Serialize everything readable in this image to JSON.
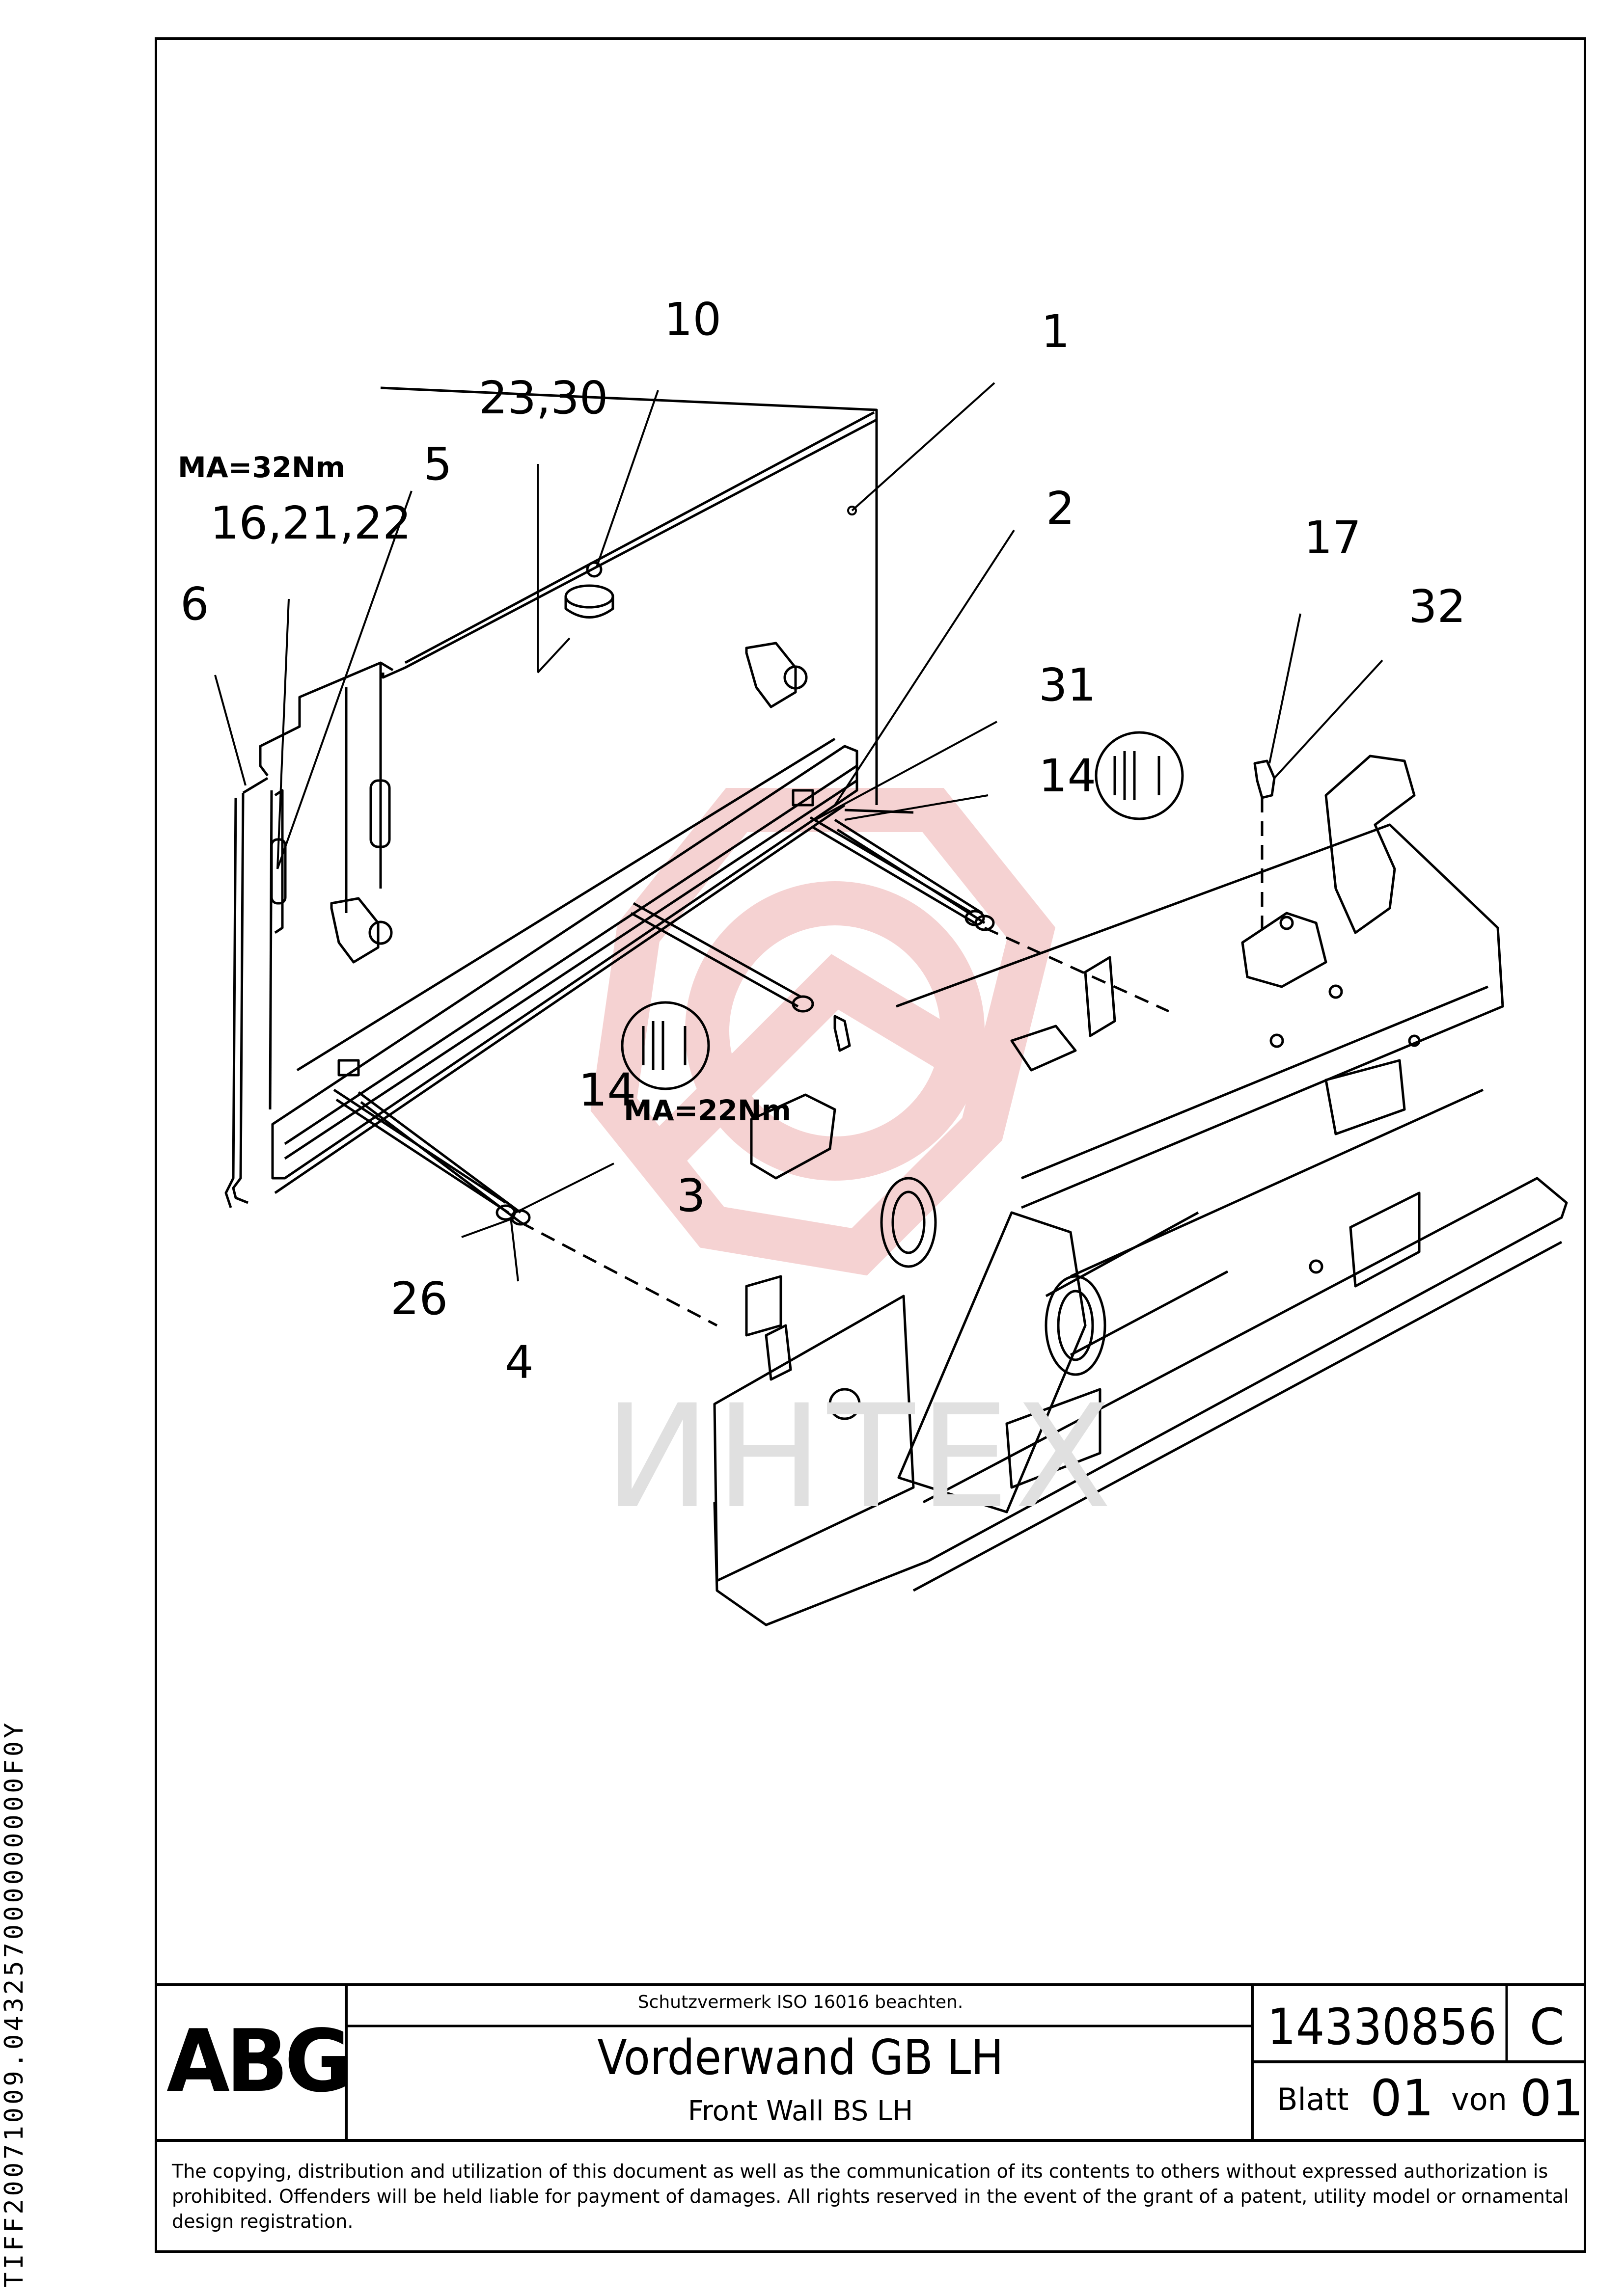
{
  "callouts": [
    {
      "id": "c10",
      "text": "10"
    },
    {
      "id": "c1",
      "text": "1"
    },
    {
      "id": "c2330",
      "text": "23,30"
    },
    {
      "id": "c5",
      "text": "5"
    },
    {
      "id": "c162122",
      "text": "16,21,22"
    },
    {
      "id": "c6",
      "text": "6"
    },
    {
      "id": "c2",
      "text": "2"
    },
    {
      "id": "c17",
      "text": "17"
    },
    {
      "id": "c32",
      "text": "32"
    },
    {
      "id": "c31",
      "text": "31"
    },
    {
      "id": "c14a",
      "text": "14"
    },
    {
      "id": "c14b",
      "text": "14"
    },
    {
      "id": "c3",
      "text": "3"
    },
    {
      "id": "c26",
      "text": "26"
    },
    {
      "id": "c4",
      "text": "4"
    }
  ],
  "torque": {
    "upper": "MA=32Nm",
    "lower": "MA=22Nm"
  },
  "watermark": "ИНТЕХ",
  "side_code": "TIFF20071009.043257000000000F0Y",
  "title_block": {
    "logo": "ABG",
    "protection_note": "Schutzvermerk ISO 16016 beachten.",
    "title_de": "Vorderwand GB LH",
    "title_en": "Front Wall BS LH",
    "drawing_number": "14330856",
    "revision": "C",
    "sheet_label": "Blatt",
    "sheet_number": "01",
    "of_label": "von",
    "sheet_total": "01",
    "copyright": "The copying, distribution and utilization of this document as well as the communication of its contents to others without expressed authorization is prohibited. Offenders will be held liable for payment of damages. All rights reserved in the event of the grant of a patent, utility model or ornamental design registration."
  },
  "colors": {
    "line": "#000000",
    "watermark": "#f3c7c7"
  }
}
